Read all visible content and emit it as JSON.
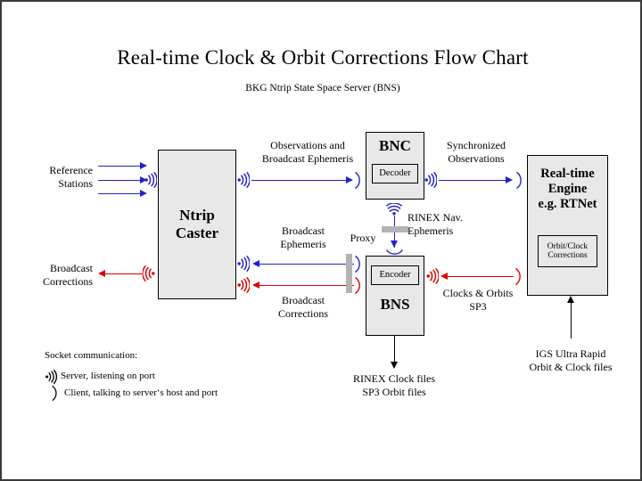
{
  "page": {
    "title": "Real-time Clock & Orbit Corrections Flow Chart",
    "subtitle": "BKG Ntrip State Space Server  (BNS)"
  },
  "colors": {
    "blue": "#2222cc",
    "red": "#dd0000",
    "black": "#000000",
    "box_fill": "#e8e8e8",
    "proxy_gray": "#b3b3b3",
    "border": "#3a3a3a"
  },
  "nodes": {
    "reference_stations": {
      "label_line1": "Reference",
      "label_line2": "Stations"
    },
    "broadcast_corrections_out": {
      "label_line1": "Broadcast",
      "label_line2": "Corrections"
    },
    "ntrip_caster": {
      "title_line1": "Ntrip",
      "title_line2": "Caster"
    },
    "bnc": {
      "title": "BNC",
      "subbox": "Decoder"
    },
    "bns": {
      "title": "BNS",
      "subbox": "Encoder"
    },
    "rt_engine": {
      "title_line1": "Real-time",
      "title_line2": "Engine",
      "title_line3": "e.g. RTNet",
      "subbox_line1": "Orbit/Clock",
      "subbox_line2": "Corrections"
    },
    "proxy": {
      "label": "Proxy"
    }
  },
  "edges": {
    "obs_bce": {
      "line1": "Observations and",
      "line2": "Broadcast Ephemeris"
    },
    "sync_obs": {
      "line1": "Synchronized",
      "line2": "Observations"
    },
    "rinex_nav": {
      "line1": "RINEX Nav.",
      "line2": "Ephemeris"
    },
    "broadcast_ephemeris": {
      "line1": "Broadcast",
      "line2": "Ephemeris"
    },
    "broadcast_corrections": {
      "line1": "Broadcast",
      "line2": "Corrections"
    },
    "clocks_orbits": {
      "line1": "Clocks & Orbits",
      "line2": "SP3"
    },
    "rinex_clock_files": {
      "line1": "RINEX Clock files",
      "line2": "SP3 Orbit files"
    },
    "igs_ultra_rapid": {
      "line1": "IGS Ultra Rapid",
      "line2": "Orbit & Clock files"
    }
  },
  "legend": {
    "heading": "Socket communication:",
    "server_label": "Server, listening on port",
    "client_label": "Client, talking to server‘s host and port"
  }
}
